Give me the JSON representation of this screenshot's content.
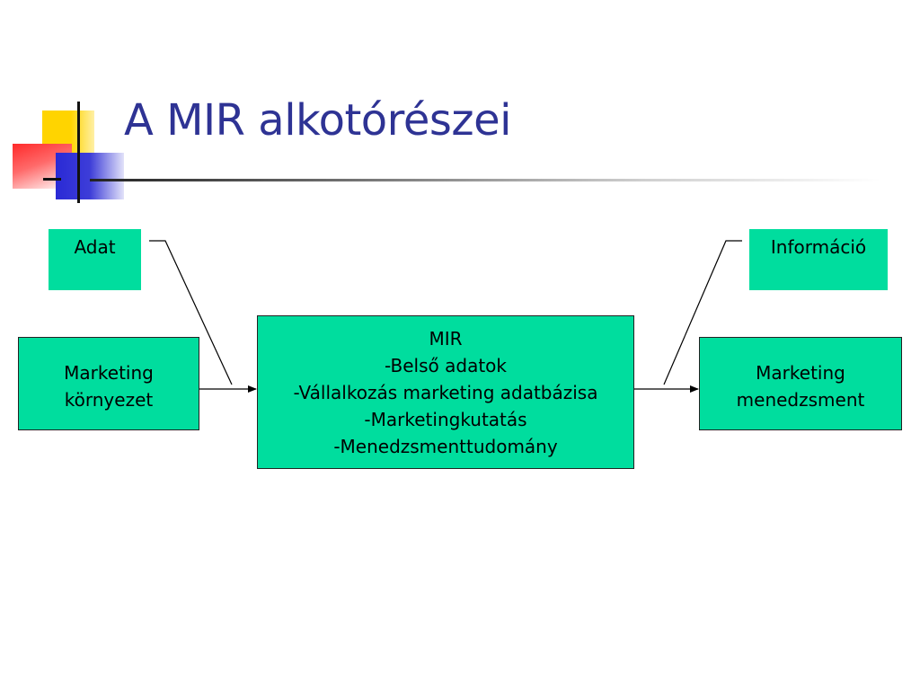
{
  "slide": {
    "title": "A MIR alkotórészei"
  },
  "diagram": {
    "input_label": "Adat",
    "output_label": "Információ",
    "source": {
      "line1": "Marketing",
      "line2": "környezet"
    },
    "center": {
      "line1": "MIR",
      "line2": "-Belső adatok",
      "line3": "-Vállalkozás marketing adatbázisa",
      "line4": "-Marketingkutatás",
      "line5": "-Menedzsmenttudomány"
    },
    "target": {
      "line1": "Marketing",
      "line2": "menedzsment"
    }
  },
  "colors": {
    "box_fill": "#00dd9e",
    "title": "#2e3394",
    "line": "#000000"
  }
}
